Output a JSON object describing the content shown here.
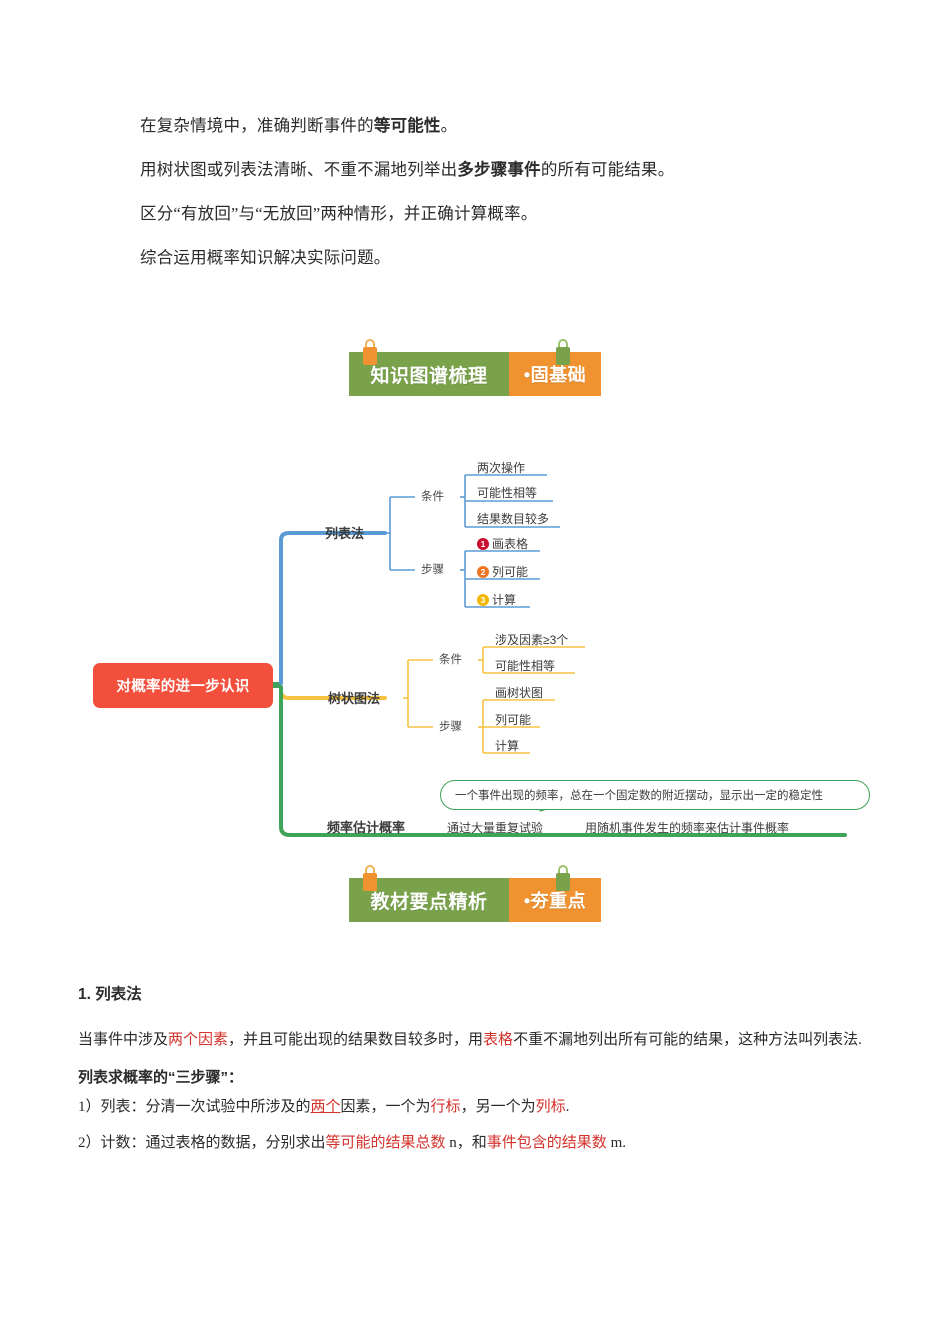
{
  "objectives": [
    {
      "pre": "在复杂情境中，准确判断事件的",
      "bold": "等可能性",
      "post": "。"
    },
    {
      "pre": "用树状图或列表法清晰、不重不漏地列举出",
      "bold": "多步骤事件",
      "post": "的所有可能结果。"
    },
    {
      "pre": "区分“有放回”与“无放回”两种情形，并正确计算概率。",
      "bold": "",
      "post": ""
    },
    {
      "pre": "综合运用概率知识解决实际问题。",
      "bold": "",
      "post": ""
    }
  ],
  "banners": {
    "first": {
      "green_text": "知识图谱梳理",
      "orange_text": "•固基础"
    },
    "second": {
      "green_text": "教材要点精析",
      "orange_text": "•夯重点"
    },
    "colors": {
      "green": "#79a24a",
      "orange": "#f0922f"
    }
  },
  "mindmap": {
    "root": "对概率的进一步认识",
    "root_color": "#f2503c",
    "branches": [
      {
        "label": "列表法",
        "color": "#5b9bd5",
        "groups": [
          {
            "label": "条件",
            "items": [
              {
                "text": "两次操作"
              },
              {
                "text": "可能性相等"
              },
              {
                "text": "结果数目较多"
              }
            ]
          },
          {
            "label": "步骤",
            "items": [
              {
                "num": "1",
                "num_color": "#c8102e",
                "text": "画表格"
              },
              {
                "num": "2",
                "num_color": "#ef7520",
                "text": "列可能"
              },
              {
                "num": "3",
                "num_color": "#f5b700",
                "text": "计算"
              }
            ]
          }
        ]
      },
      {
        "label": "树状图法",
        "color": "#f5c242",
        "groups": [
          {
            "label": "条件",
            "items": [
              {
                "text": "涉及因素≥3个"
              },
              {
                "text": "可能性相等"
              }
            ]
          },
          {
            "label": "步骤",
            "items": [
              {
                "text": "画树状图"
              },
              {
                "text": "列可能"
              },
              {
                "text": "计算"
              }
            ]
          }
        ]
      },
      {
        "label": "频率估计概率",
        "color": "#3fa35a",
        "groups": [
          {
            "label": "",
            "items": [
              {
                "text": "通过大量重复试验"
              },
              {
                "text": "用随机事件发生的频率来估计事件概率"
              }
            ]
          }
        ]
      }
    ],
    "callout": "一个事件出现的频率，总在一个固定数的附近摆动，显示出一定的稳定性"
  },
  "section": {
    "heading": "1. 列表法",
    "definition": {
      "p1": "当事件中涉及",
      "r1": "两个因素",
      "p2": "，并且可能出现的结果数目较多时，用",
      "r2": "表格",
      "p3": "不重不漏地列出所有可能的结果，这种方法叫列表法."
    },
    "steps_heading": "列表求概率的“三步骤”：",
    "step1": {
      "p1": "1）列表：分清一次试验中所涉及的",
      "r1": "两个",
      "p2": "因素，一个为",
      "r2": "行标",
      "p3": "，另一个为",
      "r3": "列标",
      "p4": "."
    },
    "step2": {
      "p1": "2）计数：通过表格的数据，分别求出",
      "r1": "等可能的结果总数",
      "p2": " n，和",
      "r2": "事件包含的结果数",
      "p3": " m."
    }
  }
}
